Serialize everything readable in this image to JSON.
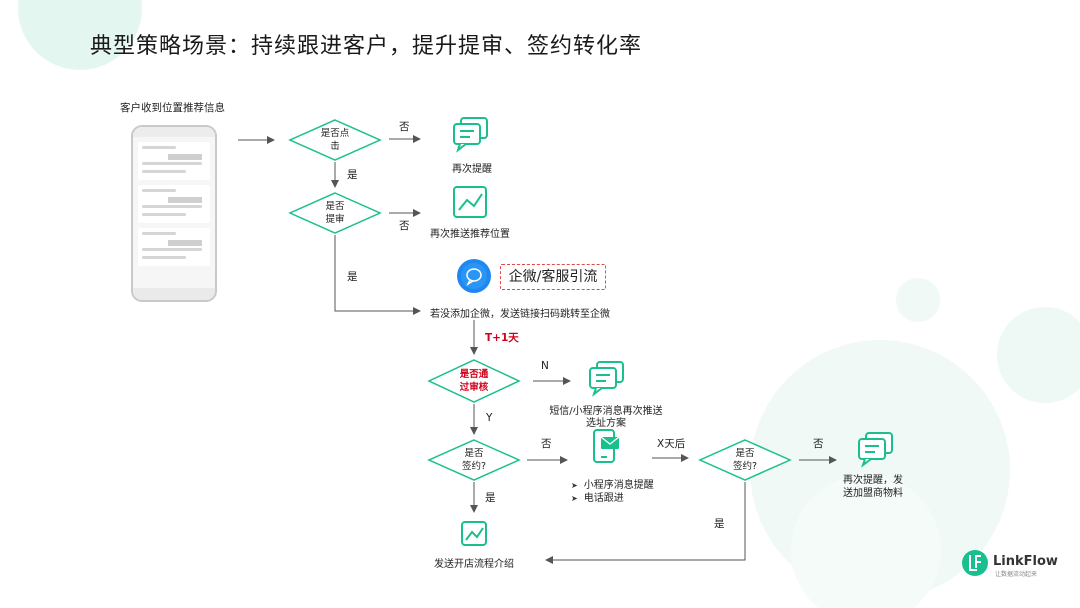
{
  "title": "典型策略场景：持续跟进客户，提升提审、签约转化率",
  "phone_caption": "客户收到位置推荐信息",
  "decisions": {
    "clicked": "是否点\n击",
    "submitted": "是否\n提审",
    "approved": "是否通\n过审核",
    "signed_a": "是否\n签约?",
    "signed_b": "是否\n签约?"
  },
  "edges": {
    "no_1": "否",
    "yes_1": "是",
    "no_2": "否",
    "yes_2": "是",
    "t_plus_1": "T+1天",
    "n": "N",
    "y": "Y",
    "no_3": "否",
    "x_days": "X天后",
    "no_4": "否",
    "yes_3": "是",
    "yes_4": "是"
  },
  "nodes": {
    "remind_again": "再次提醒",
    "repush_location": "再次推送推荐位置",
    "wecom_tag": "企微/客服引流",
    "add_wecom": "若没添加企微，发送链接扫码跳转至企微",
    "sms_repush_line1": "短信/小程序消息再次推送",
    "sms_repush_line2": "选址方案",
    "bullet_1": "小程序消息提醒",
    "bullet_2": "电话跟进",
    "remind_franchise_line1": "再次提醒，发",
    "remind_franchise_line2": "送加盟商物料",
    "send_intro": "发送开店流程介绍"
  },
  "brand": {
    "name": "LinkFlow",
    "tagline": "让数据流动起来"
  },
  "colors": {
    "accent": "#19c08e",
    "arrow": "#555555",
    "highlight": "#d0021b",
    "wecom_blue": "#1e88f0"
  },
  "icons": {
    "chat": "chat-bubbles-icon",
    "trend": "trend-chart-icon",
    "wecom": "wecom-chat-icon",
    "mobile": "mobile-message-icon"
  }
}
